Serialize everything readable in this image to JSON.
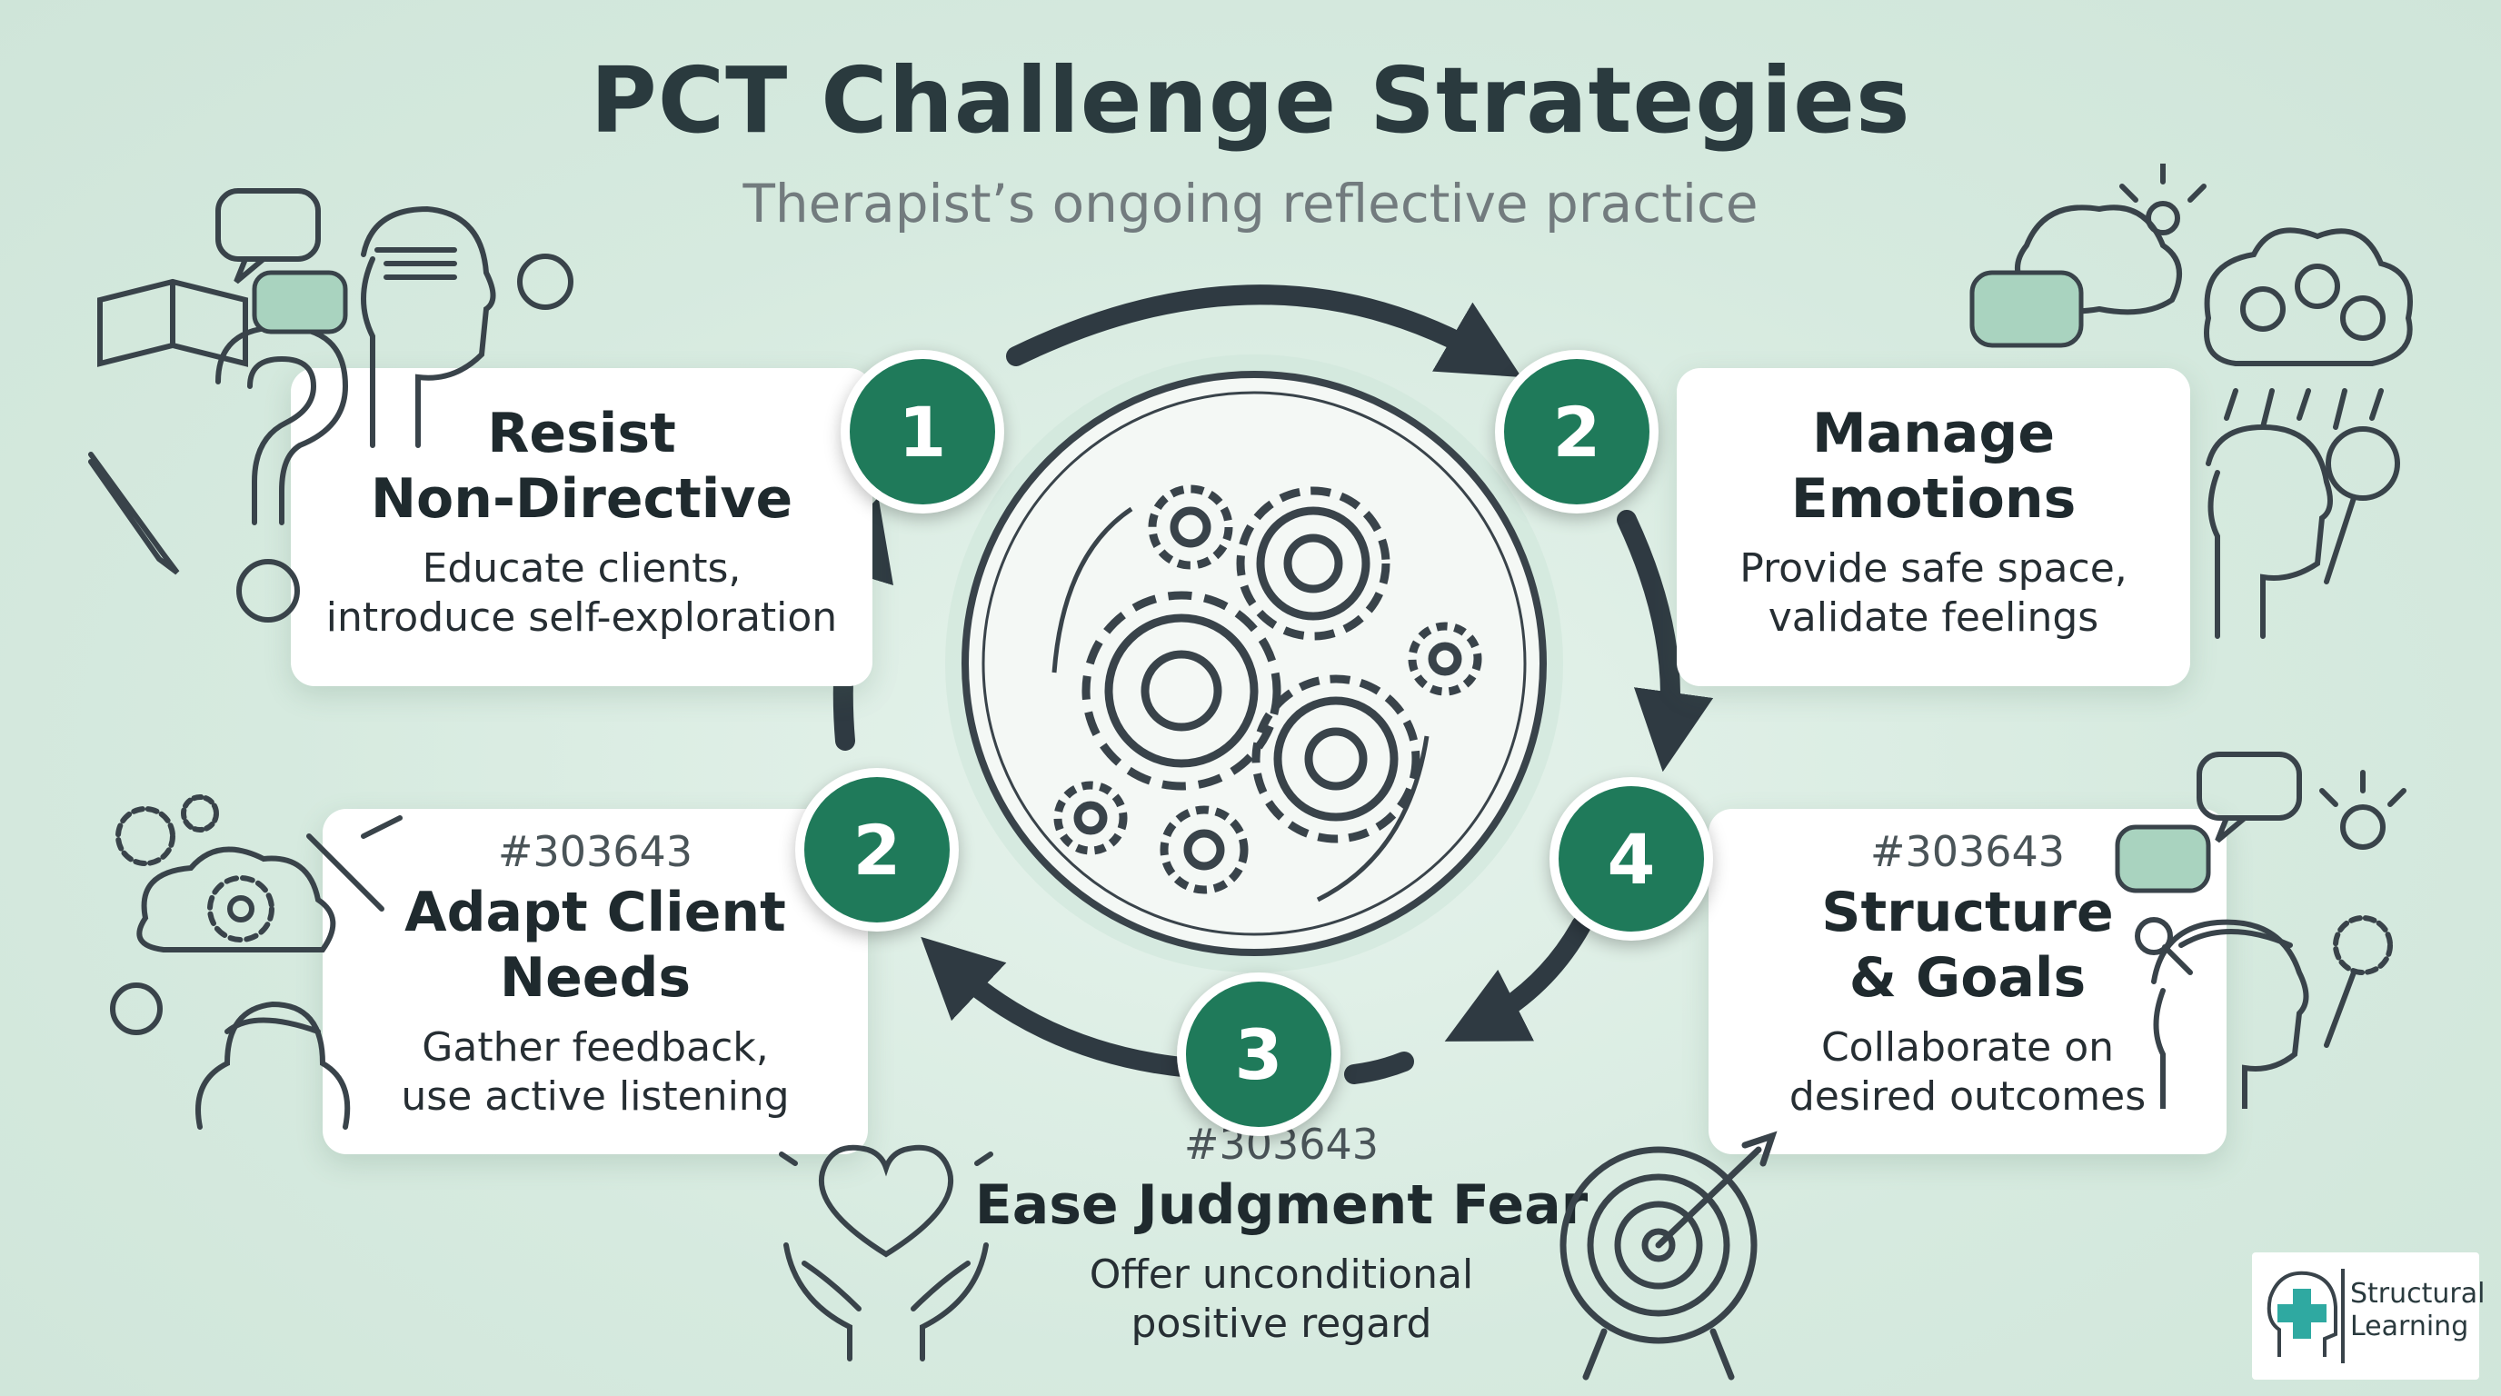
{
  "title": "PCT Challenge Strategies",
  "subtitle": "Therapist’s ongoing reflective practice",
  "colors": {
    "accent": "#1f7a5a",
    "arrow": "#2f3a42",
    "background": "#d8ebe1"
  },
  "steps": [
    {
      "number": "1",
      "tag": "",
      "title_line1": "Resist",
      "title_line2": "Non-Directive",
      "body_line1": "Educate clients,",
      "body_line2": "introduce self-exploration"
    },
    {
      "number": "2",
      "tag": "",
      "title_line1": "Manage",
      "title_line2": "Emotions",
      "body_line1": "Provide safe space,",
      "body_line2": "validate feelings"
    },
    {
      "number": "4",
      "tag": "#303643",
      "title_line1": "Structure",
      "title_line2": "& Goals",
      "body_line1": "Collaborate on",
      "body_line2": "desired outcomes"
    },
    {
      "number": "3",
      "tag": "#303643",
      "title_line1": "Ease Judgment Fear",
      "title_line2": "",
      "body_line1": "Offer unconditional",
      "body_line2": "positive regard"
    },
    {
      "number": "2",
      "tag": "#303643",
      "title_line1": "Adapt Client",
      "title_line2": "Needs",
      "body_line1": "Gather feedback,",
      "body_line2": "use active listening"
    }
  ],
  "icons": {
    "center": "gears-icon",
    "top_left": "head-question-icon",
    "top_right": "brain-cloud-icon",
    "bottom_left": "child-gears-icon",
    "bottom_right": "child-ideas-icon",
    "heart": "heart-hands-icon",
    "target": "target-arrow-icon",
    "brand": "brand-logo-icon"
  },
  "brand": {
    "line1": "Structural",
    "line2": "Learning"
  }
}
